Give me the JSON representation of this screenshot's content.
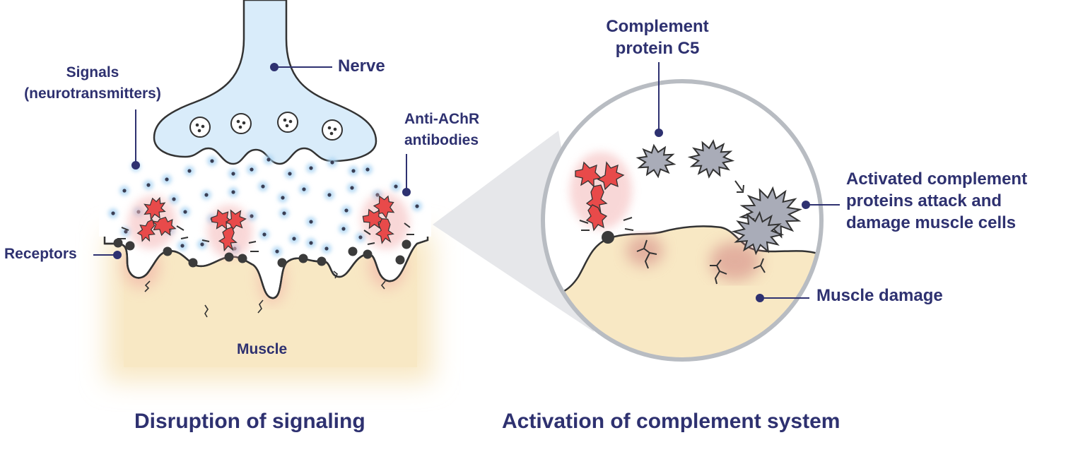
{
  "labels": {
    "signals_line1": "Signals",
    "signals_line2": "(neurotransmitters)",
    "nerve": "Nerve",
    "anti_achr_line1": "Anti-AChR",
    "anti_achr_line2": "antibodies",
    "receptors": "Receptors",
    "muscle": "Muscle",
    "complement_line1": "Complement",
    "complement_line2": "protein C5",
    "activated_line1": "Activated complement",
    "activated_line2": "proteins attack and",
    "activated_line3": "damage muscle cells",
    "muscle_damage": "Muscle damage"
  },
  "captions": {
    "left": "Disruption of signaling",
    "right": "Activation of complement system"
  },
  "colors": {
    "label_text": "#2e3170",
    "nerve_fill": "#d9ecfa",
    "muscle_fill": "#f8e8c4",
    "antibody_red": "#e84a4a",
    "complement_gray": "#a9acb8",
    "outline": "#333333"
  }
}
